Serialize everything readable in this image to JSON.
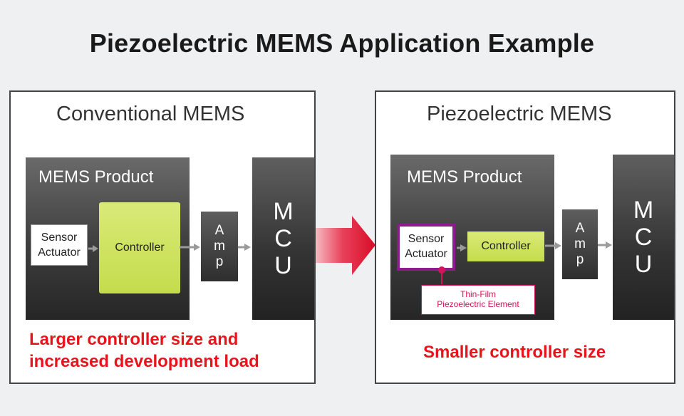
{
  "title": "Piezoelectric MEMS Application Example",
  "colors": {
    "note_red": "#e8141c",
    "arrow_red": "#e0102a",
    "controller_green": "#c5dc4c",
    "highlight_magenta": "#8e1a8e",
    "callout_pink": "#d4145a"
  },
  "left_panel": {
    "title": "Conventional MEMS",
    "product_label": "MEMS Product",
    "sensor_line1": "Sensor",
    "sensor_line2": "Actuator",
    "controller": "Controller",
    "amp_letters": [
      "A",
      "m",
      "p"
    ],
    "mcu_letters": [
      "M",
      "C",
      "U"
    ],
    "note_line1": "Larger controller size and",
    "note_line2": "increased development load"
  },
  "right_panel": {
    "title": "Piezoelectric MEMS",
    "product_label": "MEMS Product",
    "sensor_line1": "Sensor",
    "sensor_line2": "Actuator",
    "controller": "Controller",
    "amp_letters": [
      "A",
      "m",
      "p"
    ],
    "mcu_letters": [
      "M",
      "C",
      "U"
    ],
    "callout_line1": "Thin-Film",
    "callout_line2": "Piezoelectric Element",
    "note": "Smaller controller size"
  },
  "icons": {
    "connector_arrow": "gray-arrow-icon",
    "transition_arrow": "red-arrow-icon"
  }
}
